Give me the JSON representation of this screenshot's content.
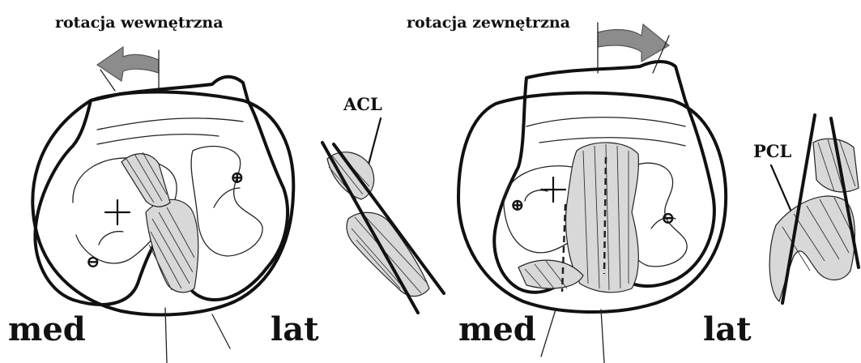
{
  "labels": {
    "internal_rotation": "rotacja wewnętrzna",
    "external_rotation": "rotacja zewnętrzna",
    "acl": "ACL",
    "pcl": "PCL",
    "left_med": "med",
    "left_lat": "lat",
    "right_med": "med",
    "right_lat": "lat"
  },
  "symbols": {
    "plus": "⊕",
    "minus": "⊖"
  },
  "colors": {
    "ink": "#111111",
    "arrow": "#8c8c8c",
    "ligament": "#d8d8d8"
  }
}
